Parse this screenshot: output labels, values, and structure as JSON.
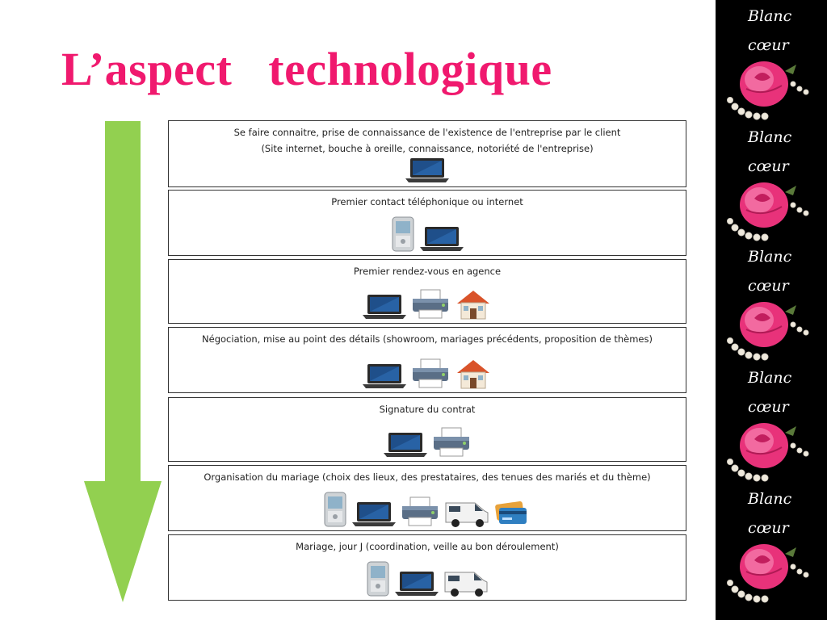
{
  "title": "L’aspect   technologique",
  "colors": {
    "title": "#f0196e",
    "arrow": "#92d050",
    "sidebar": "#000000",
    "rose": "#e8327a"
  },
  "steps": [
    {
      "text": [
        "Se faire connaitre, prise de connaissance de l'existence de l'entreprise par le client",
        "(Site internet, bouche à oreille, connaissance, notoriété de l'entreprise)"
      ],
      "icons": [
        "laptop-icon"
      ]
    },
    {
      "text": [
        "Premier contact téléphonique ou internet"
      ],
      "icons": [
        "pda-phone-icon",
        "laptop-icon"
      ]
    },
    {
      "text": [
        "Premier rendez-vous en agence"
      ],
      "icons": [
        "laptop-icon",
        "printer-icon",
        "house-icon"
      ]
    },
    {
      "text": [
        "Négociation, mise au point des détails (showroom, mariages précédents, proposition de thèmes)"
      ],
      "icons": [
        "laptop-icon",
        "printer-icon",
        "house-icon"
      ]
    },
    {
      "text": [
        "Signature du contrat"
      ],
      "icons": [
        "laptop-icon",
        "printer-icon"
      ]
    },
    {
      "text": [
        "Organisation du mariage (choix des lieux, des prestataires, des tenues des mariés et du thème)"
      ],
      "icons": [
        "pda-phone-icon",
        "laptop-icon",
        "printer-icon",
        "van-icon",
        "credit-cards-icon"
      ]
    },
    {
      "text": [
        "Mariage, jour J (coordination, veille au bon déroulement)"
      ],
      "icons": [
        "pda-phone-icon",
        "laptop-icon",
        "van-icon"
      ]
    }
  ],
  "brand": {
    "line1": "Blanc",
    "line2": "cœur"
  }
}
